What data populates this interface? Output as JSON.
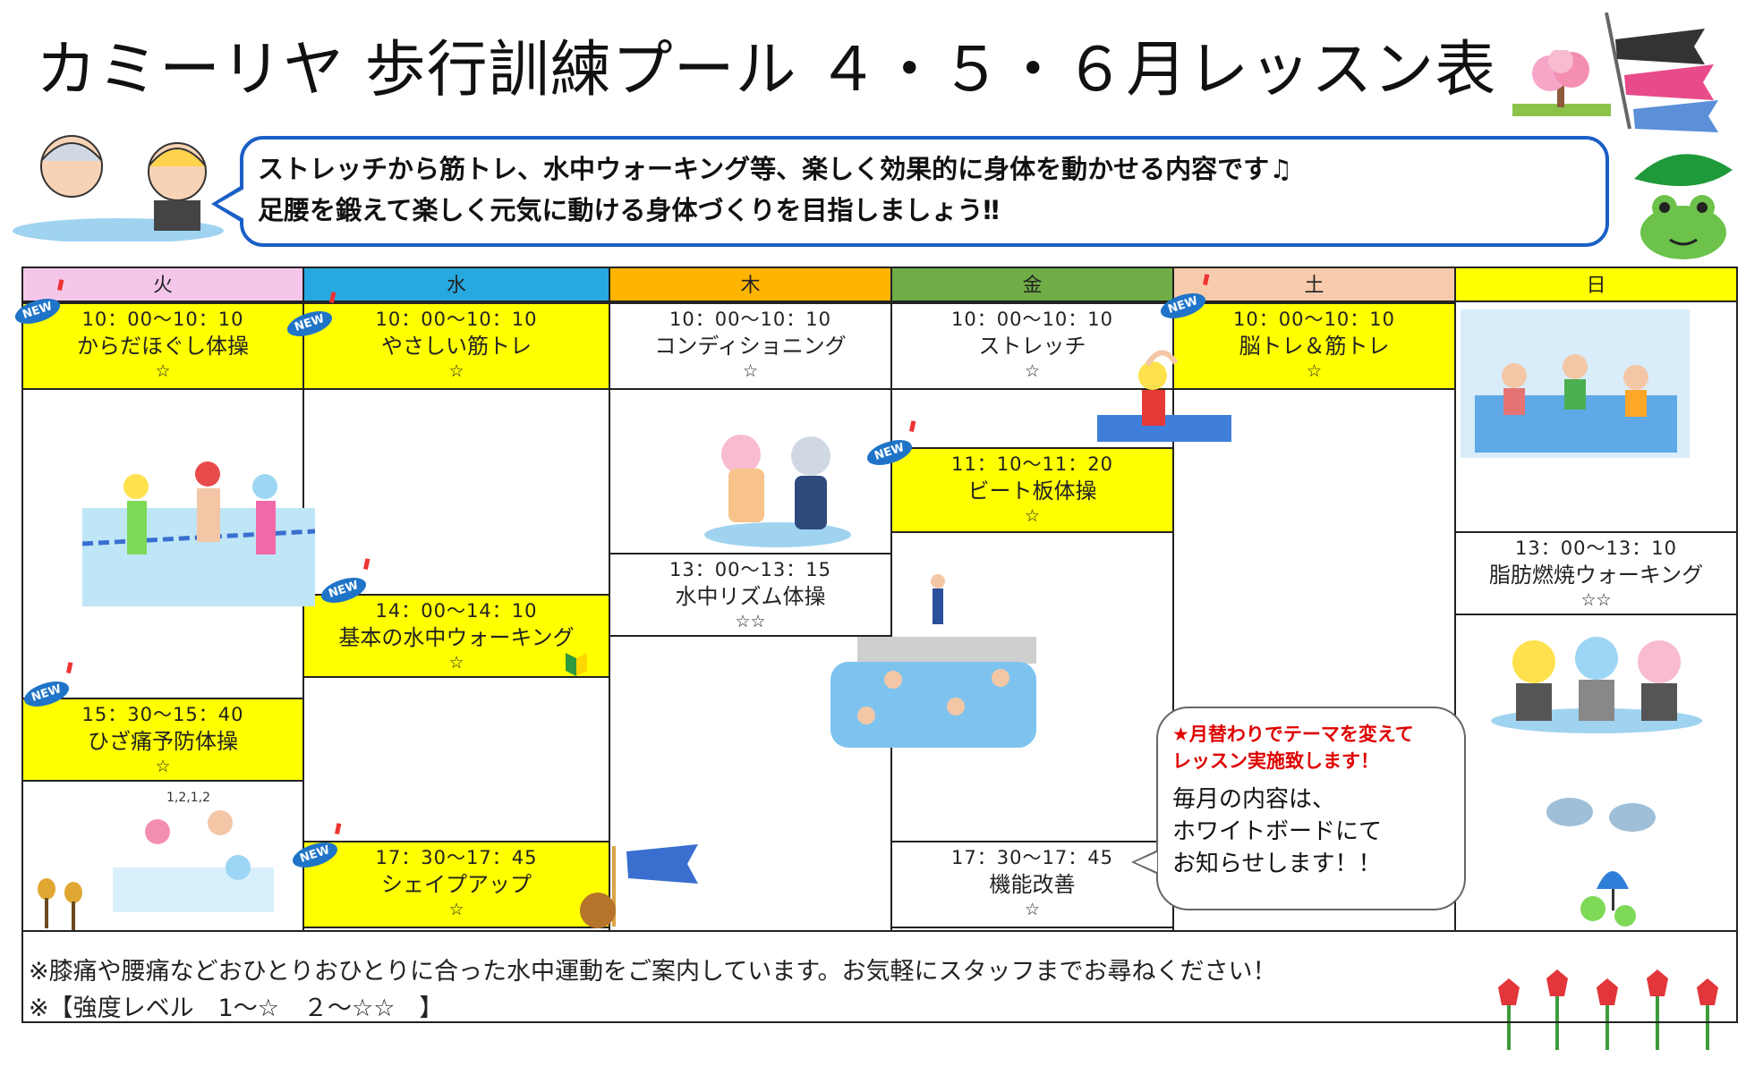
{
  "title": "カミーリヤ 歩行訓練プール ４・５・６月レッスン表",
  "intro": {
    "line1": "ストレッチから筋トレ、水中ウォーキング等、楽しく効果的に身体を動かせる内容です♫",
    "line2": "足腰を鍛えて楽しく元気に動ける身体づくりを目指しましょう‼"
  },
  "days": [
    "火",
    "水",
    "木",
    "金",
    "土",
    "日"
  ],
  "day_colors": [
    "#f5c6e9",
    "#27a8e0",
    "#ffb400",
    "#70ad47",
    "#f8cbad",
    "#ffff00"
  ],
  "badge_new": "NEW",
  "lessons": {
    "tue_1": {
      "time": "10：00〜10：10",
      "name": "からだほぐし体操",
      "level": "☆"
    },
    "tue_2": {
      "time": "15：30〜15：40",
      "name": "ひざ痛予防体操",
      "level": "☆"
    },
    "wed_1": {
      "time": "10：00〜10：10",
      "name": "やさしい筋トレ",
      "level": "☆"
    },
    "wed_2": {
      "time": "14：00〜14：10",
      "name": "基本の水中ウォーキング",
      "level": "☆"
    },
    "wed_3": {
      "time": "17：30〜17：45",
      "name": "シェイプアップ",
      "level": "☆"
    },
    "thu_1": {
      "time": "10：00〜10：10",
      "name": "コンディショニング",
      "level": "☆"
    },
    "thu_2": {
      "time": "13：00〜13：15",
      "name": "水中リズム体操",
      "level": "☆☆"
    },
    "fri_1": {
      "time": "10：00〜10：10",
      "name": "ストレッチ",
      "level": "☆"
    },
    "fri_2": {
      "time": "11：10〜11：20",
      "name": "ビート板体操",
      "level": "☆"
    },
    "fri_3": {
      "time": "17：30〜17：45",
      "name": "機能改善",
      "level": "☆"
    },
    "sat_1": {
      "time": "10：00〜10：10",
      "name": "脳トレ＆筋トレ",
      "level": "☆"
    },
    "sun_1": {
      "time": "13：00〜13：10",
      "name": "脂肪燃焼ウォーキング",
      "level": "☆☆"
    }
  },
  "note": {
    "red_line1": "★月替わりでテーマを変えて",
    "red_line2": "レッスン実施致します！",
    "body1": "毎月の内容は、",
    "body2": "ホワイトボードにて",
    "body3": "お知らせします！！"
  },
  "footer": {
    "line1": "※膝痛や腰痛などおひとりおひとりに合った水中運動をご案内しています。お気軽にスタッフまでお尋ねください！",
    "line2": "※【強度レベル　1〜☆　２〜☆☆　】"
  },
  "illustration_text": {
    "count_bubble": "1,2,1,2"
  }
}
